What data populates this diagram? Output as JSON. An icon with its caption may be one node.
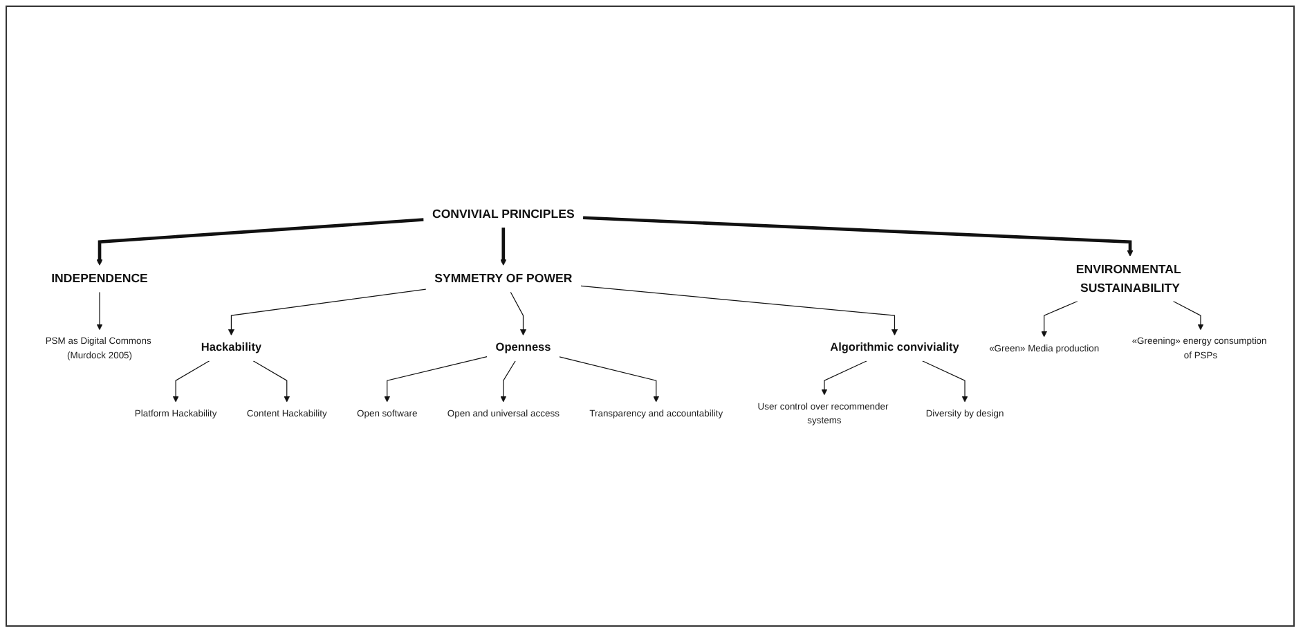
{
  "diagram": {
    "nodes": [
      {
        "text": [
          "CONVIVIAL PRINCIPLES"
        ]
      },
      {
        "text": [
          "INDEPENDENCE"
        ]
      },
      {
        "text": [
          "SYMMETRY OF POWER"
        ]
      },
      {
        "text": [
          "ENVIRONMENTAL SUSTAINABILITY"
        ]
      },
      {
        "text": [
          "PSM as Digital Commons (Murdock 2005)"
        ]
      },
      {
        "text": [
          "«Green» Media production"
        ]
      },
      {
        "text": [
          "«Greening» energy consumption of PSPs"
        ]
      },
      {
        "text": [
          "Hackability"
        ]
      },
      {
        "text": [
          "Openness"
        ]
      },
      {
        "text": [
          "Algorithmic conviviality"
        ]
      },
      {
        "text": [
          "Platform Hackability"
        ]
      },
      {
        "text": [
          "Content Hackability"
        ]
      },
      {
        "text": [
          "Open software"
        ]
      },
      {
        "text": [
          "Open and universal access"
        ]
      },
      {
        "text": [
          "Transparency and accountability"
        ]
      },
      {
        "text": [
          "User control over recommender systems"
        ]
      },
      {
        "text": [
          "Diversity by design"
        ]
      }
    ],
    "edges": [
      {
        "from": 0,
        "to": 1,
        "arrow": "to",
        "style": "thick"
      },
      {
        "from": 0,
        "to": 2,
        "arrow": "to",
        "style": "thick"
      },
      {
        "from": 0,
        "to": 3,
        "arrow": "to",
        "style": "thick"
      },
      {
        "from": 1,
        "to": 4,
        "arrow": "to"
      },
      {
        "from": 3,
        "to": 5,
        "arrow": "to"
      },
      {
        "from": 3,
        "to": 6,
        "arrow": "to"
      },
      {
        "from": 2,
        "to": 7,
        "arrow": "to"
      },
      {
        "from": 2,
        "to": 8,
        "arrow": "to"
      },
      {
        "from": 2,
        "to": 9,
        "arrow": "to"
      },
      {
        "from": 7,
        "to": 10,
        "arrow": "to"
      },
      {
        "from": 7,
        "to": 11,
        "arrow": "to"
      },
      {
        "from": 8,
        "to": 12,
        "arrow": "to"
      },
      {
        "from": 8,
        "to": 13,
        "arrow": "to"
      },
      {
        "from": 8,
        "to": 14,
        "arrow": "to"
      },
      {
        "from": 9,
        "to": 15,
        "arrow": "to"
      },
      {
        "from": 9,
        "to": 16,
        "arrow": "to"
      }
    ]
  }
}
